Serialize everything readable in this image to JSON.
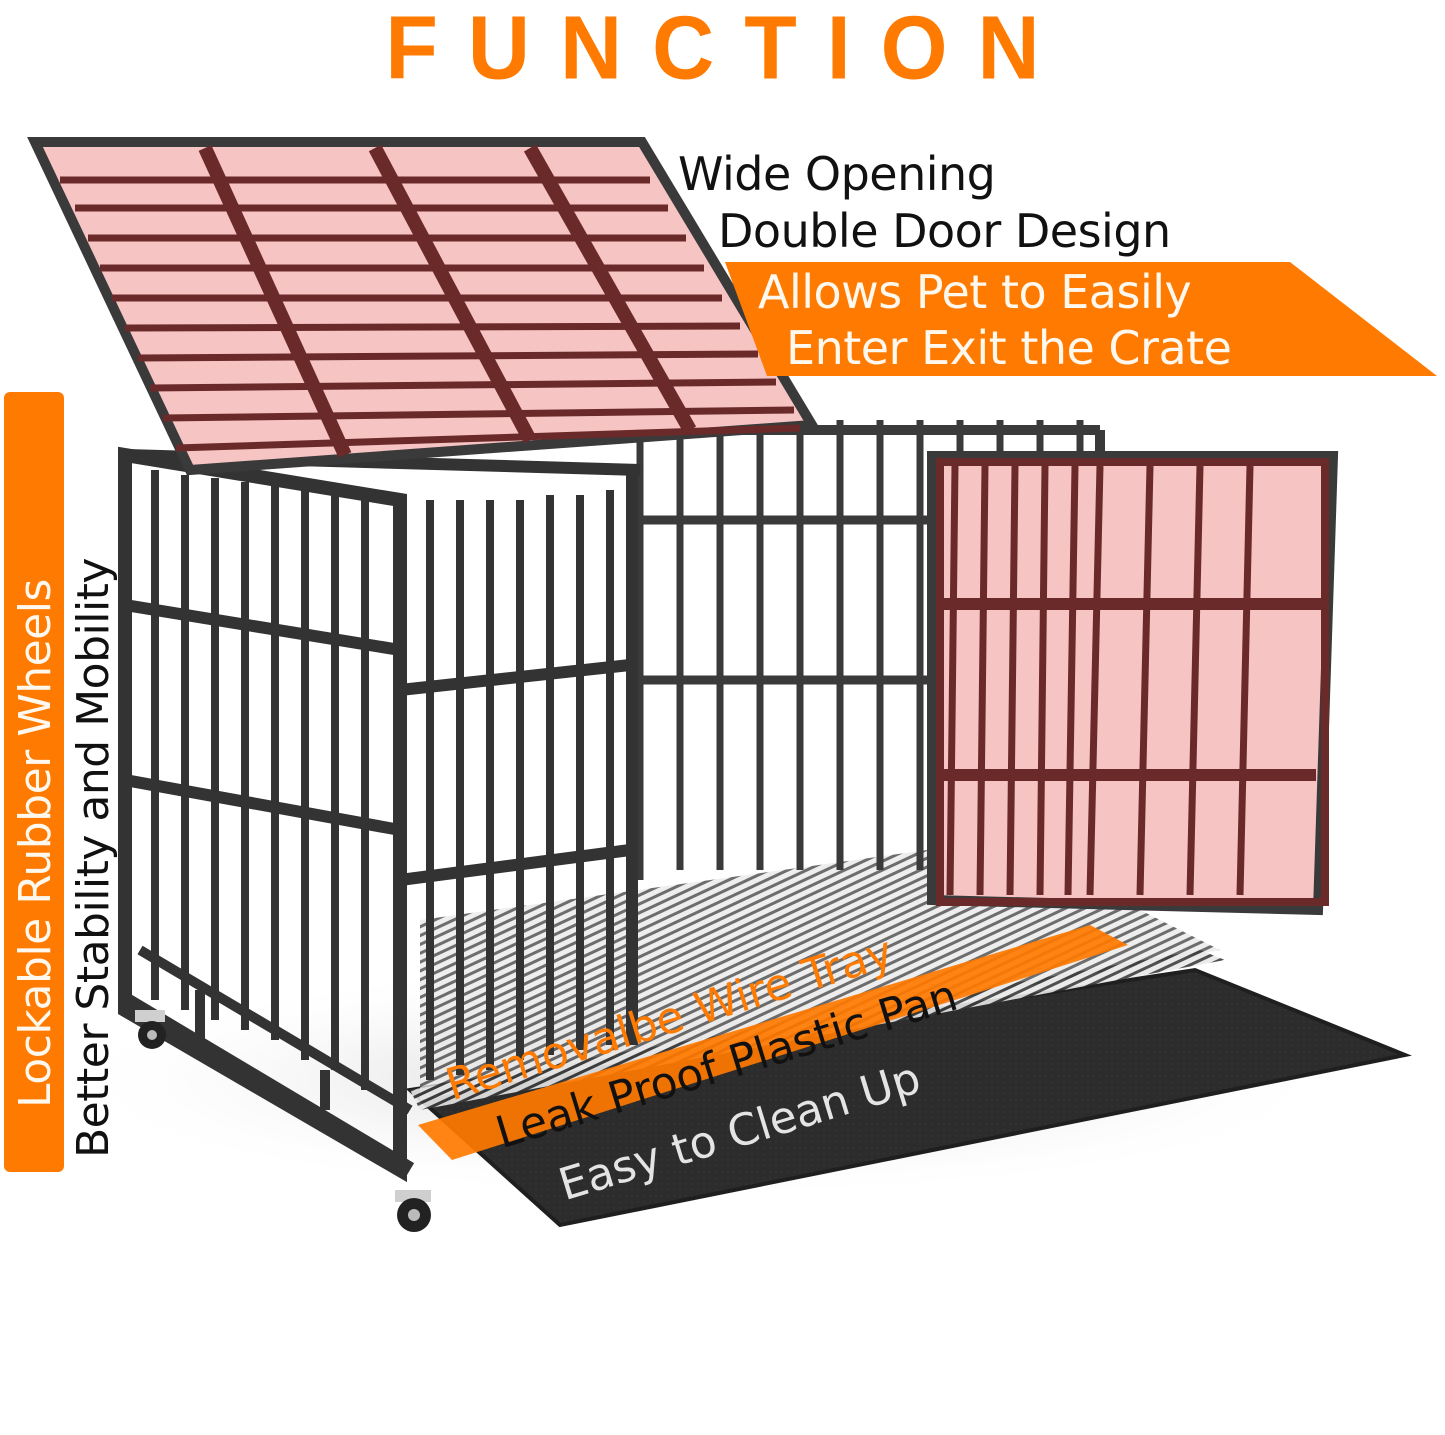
{
  "title": "FUNCTION",
  "colors": {
    "accent_orange": "#ff7a00",
    "panel_pink": "#f7c4c4",
    "bar_maroon": "#6b2a2a",
    "frame_gray": "#3a3a3a",
    "pan_black": "#2a2a2a"
  },
  "features": {
    "door": {
      "line1": "Wide Opening",
      "line2": "Double Door Design",
      "banner_line1": "Allows Pet to Easily",
      "banner_line2": "Enter Exit the Crate"
    },
    "wheels": {
      "banner": "Lockable Rubber Wheels",
      "subtitle": "Better Stability and Mobility"
    },
    "tray": {
      "line1": "Removalbe Wire Tray",
      "line2": "Leak Proof Plastic Pan",
      "line3": "Easy to Clean Up"
    }
  },
  "product": {
    "name": "dog-crate",
    "components": [
      "top-lid",
      "side-door",
      "wire-tray",
      "plastic-pan",
      "caster-wheels"
    ]
  }
}
